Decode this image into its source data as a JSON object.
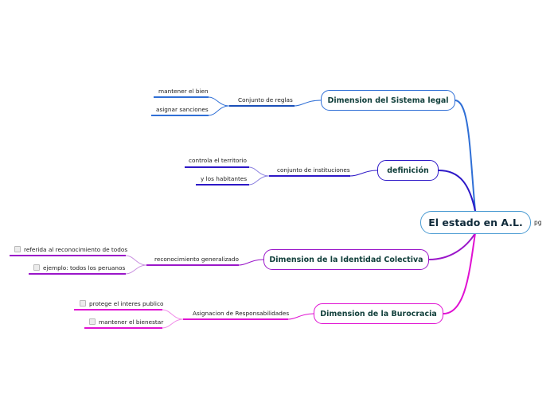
{
  "root": {
    "title": "El estado en A.L.",
    "side_note": "pg"
  },
  "colors": {
    "legal": "#2f6fd6",
    "definicion": "#2d18c7",
    "identidad": "#9a16c9",
    "burocracia": "#e011d2",
    "root_border": "#4a9bd2",
    "node_text": "#12403c"
  },
  "branches": [
    {
      "label": "Dimension del Sistema legal",
      "sub": "Conjunto de reglas",
      "leaves": [
        "mantener el bien",
        "asignar sanciones"
      ]
    },
    {
      "label": "definición",
      "sub": "conjunto de instituciones",
      "leaves": [
        "controla el territorio",
        "y los habitantes"
      ]
    },
    {
      "label": "Dimension de la Identidad Colectiva",
      "sub": "reconocimiento generalizado",
      "leaves": [
        "referida al reconocimiento de todos",
        "ejemplo: todos los peruanos"
      ]
    },
    {
      "label": "Dimension de la Burocracia",
      "sub": "Asignacion de Responsabilidades",
      "leaves": [
        "protege el interes publico",
        "mantener el bienestar"
      ]
    }
  ]
}
